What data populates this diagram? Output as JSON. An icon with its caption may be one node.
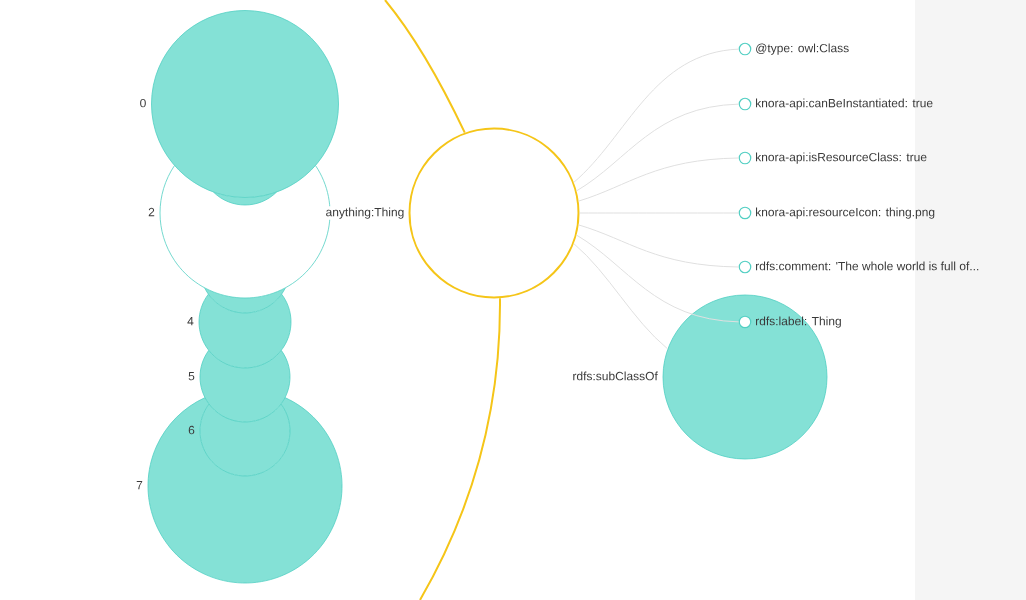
{
  "diagram": {
    "nodes": [
      {
        "text": [],
        "shape": "circle",
        "beside": [
          "0"
        ]
      },
      {
        "text": [],
        "shape": "circle"
      },
      {
        "text": [],
        "shape": "circle",
        "beside": [
          "2"
        ]
      },
      {
        "text": [],
        "shape": "circle"
      },
      {
        "text": [],
        "shape": "circle",
        "beside": [
          "4"
        ]
      },
      {
        "text": [],
        "shape": "circle",
        "beside": [
          "5"
        ]
      },
      {
        "text": [],
        "shape": "circle",
        "beside": [
          "6"
        ]
      },
      {
        "text": [],
        "shape": "circle",
        "beside": [
          "7"
        ]
      },
      {
        "text": [],
        "shape": "circle",
        "beside": [
          "anything:Thing"
        ]
      },
      {
        "text": [],
        "shape": "circle",
        "beside": [
          "@type: owl:Class"
        ]
      },
      {
        "text": [],
        "shape": "circle",
        "beside": [
          "knora-api:canBeInstantiated: true"
        ]
      },
      {
        "text": [],
        "shape": "circle",
        "beside": [
          "knora-api:isResourceClass: true"
        ]
      },
      {
        "text": [],
        "shape": "circle",
        "beside": [
          "knora-api:resourceIcon: thing.png"
        ]
      },
      {
        "text": [],
        "shape": "circle",
        "beside": [
          "rdfs:comment: 'The whole world is full of..."
        ]
      },
      {
        "text": [],
        "shape": "circle",
        "beside": [
          "rdfs:subClassOf"
        ]
      },
      {
        "text": [],
        "shape": "circle",
        "beside": [
          "rdfs:label: Thing"
        ],
        "in": 14
      }
    ],
    "edges": [
      {
        "from": null,
        "to": 8,
        "arrow": "none",
        "color": "#f5c518"
      },
      {
        "from": 8,
        "to": null,
        "arrow": "none",
        "color": "#f5c518"
      },
      {
        "from": 8,
        "to": 9,
        "arrow": "none"
      },
      {
        "from": 8,
        "to": 10,
        "arrow": "none"
      },
      {
        "from": 8,
        "to": 11,
        "arrow": "none"
      },
      {
        "from": 8,
        "to": 12,
        "arrow": "none"
      },
      {
        "from": 8,
        "to": 13,
        "arrow": "none"
      },
      {
        "from": 8,
        "to": 15,
        "arrow": "none"
      },
      {
        "from": 8,
        "to": 14,
        "arrow": "none"
      }
    ]
  }
}
